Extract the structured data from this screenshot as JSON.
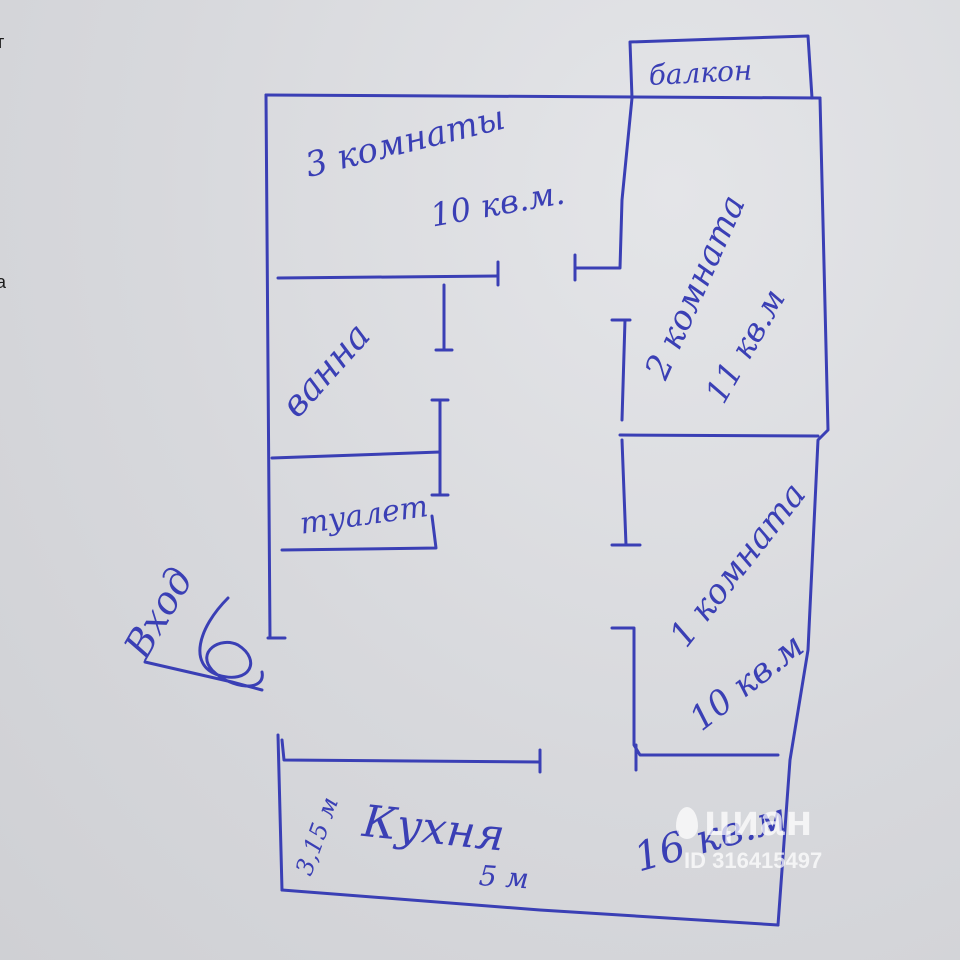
{
  "edge_text": {
    "line1": "т",
    "line2": "а"
  },
  "balcony": "балкон",
  "rooms": {
    "room3": {
      "name": "3 комнаты",
      "area": "10 кв.м."
    },
    "room2": {
      "name": "2 комната",
      "area": "11 кв.м"
    },
    "room1": {
      "name": "1 комната",
      "area": "10 кв.м"
    },
    "bath": {
      "name": "ванна"
    },
    "toilet": {
      "name": "туалет"
    },
    "kitchen": {
      "name": "Кухня",
      "left_dim": "3,15 м",
      "bottom_dim": "5 м"
    },
    "corner": {
      "area": "16 кв.м"
    }
  },
  "entrance": "Вход",
  "watermark": {
    "brand": "циан",
    "id": "ID 316415497"
  },
  "colors": {
    "ink": "#3a3fb5",
    "paper": "#d9dade"
  }
}
